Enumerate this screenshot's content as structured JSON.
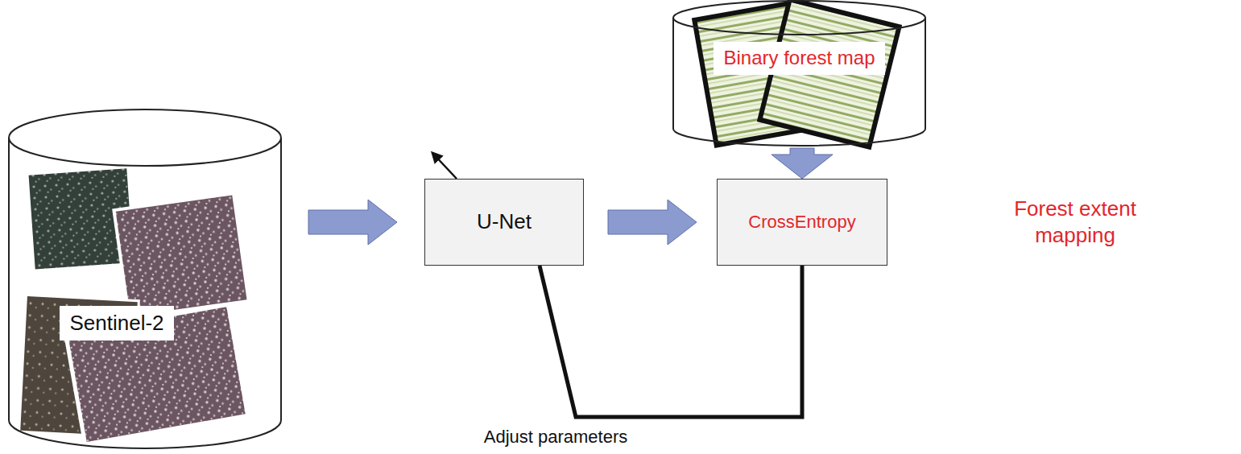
{
  "diagram": {
    "nodes": [
      {
        "text": [
          "Sentinel-2"
        ]
      },
      {
        "text": [
          "U-Net"
        ]
      },
      {
        "text": [
          "Binary forest map"
        ]
      },
      {
        "text": [
          "CrossEntropy"
        ]
      }
    ],
    "edges": [
      {
        "from": 0,
        "to": 1,
        "arrow": "to"
      },
      {
        "from": 1,
        "to": 3,
        "arrow": "to"
      },
      {
        "from": 2,
        "to": 3,
        "arrow": "to"
      },
      {
        "from": 3,
        "to": 1,
        "label": "Adjust parameters",
        "arrow": "none"
      }
    ],
    "labels": [
      "Forest extent mapping"
    ]
  }
}
